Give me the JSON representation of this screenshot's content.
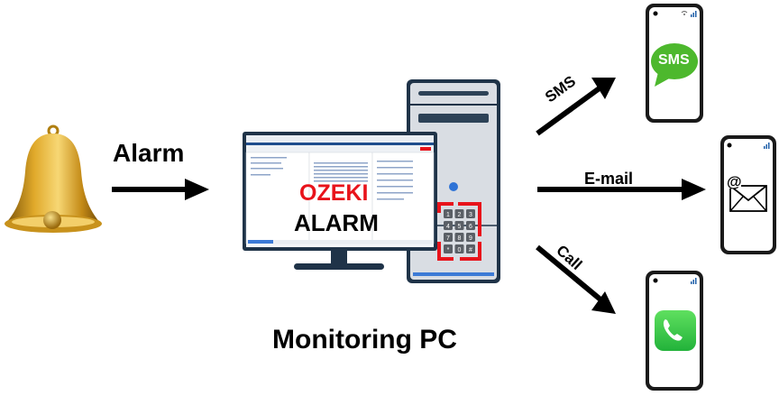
{
  "diagram": {
    "title": "Monitoring PC",
    "source": {
      "name": "Bell",
      "icon": "bell-icon"
    },
    "input_arrow": {
      "label": "Alarm"
    },
    "center": {
      "brand_line1": "OZEKI",
      "brand_line2": "ALARM",
      "brand_color": "#e8131b",
      "keypad_keys": [
        "1",
        "2",
        "3",
        "4",
        "5",
        "6",
        "7",
        "8",
        "9",
        "*",
        "0",
        "#"
      ]
    },
    "outputs": [
      {
        "label": "SMS",
        "device_icon": "sms-bubble-icon",
        "icon_text": "SMS",
        "color": "#4db82d"
      },
      {
        "label": "E-mail",
        "device_icon": "email-envelope-icon",
        "icon_text": "@"
      },
      {
        "label": "Call",
        "device_icon": "phone-call-icon",
        "color": "#3fc34a"
      }
    ]
  }
}
